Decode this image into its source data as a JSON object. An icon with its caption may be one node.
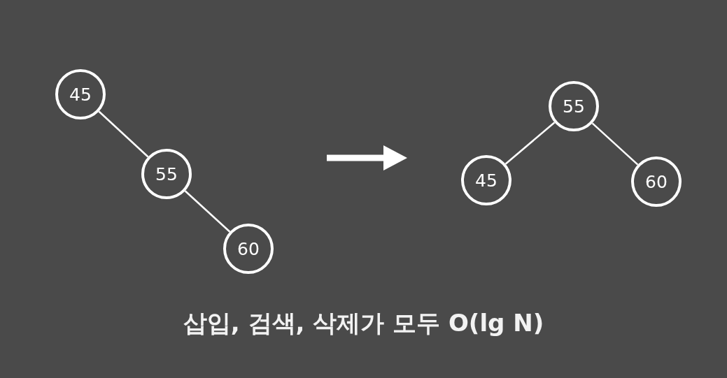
{
  "diagram": {
    "caption": "삽입, 검색, 삭제가 모두 O(lg N)",
    "nodes": [
      {
        "text": [
          "45"
        ]
      },
      {
        "text": [
          "55"
        ]
      },
      {
        "text": [
          "60"
        ]
      },
      {
        "text": [
          "55"
        ]
      },
      {
        "text": [
          "45"
        ]
      },
      {
        "text": [
          "60"
        ]
      }
    ],
    "edges": [
      {
        "from": 0,
        "to": 1,
        "arrow": "none"
      },
      {
        "from": 1,
        "to": 2,
        "arrow": "none"
      },
      {
        "from": 3,
        "to": 4,
        "arrow": "none"
      },
      {
        "from": 3,
        "to": 5,
        "arrow": "none"
      }
    ]
  }
}
